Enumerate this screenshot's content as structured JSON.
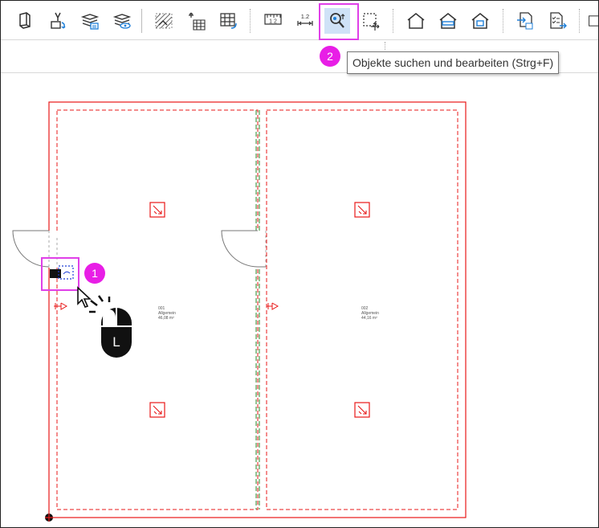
{
  "toolbar": {
    "buttons": [
      {
        "name": "view-3d-icon"
      },
      {
        "name": "transform-icon"
      },
      {
        "name": "layer-stack-icon"
      },
      {
        "name": "layer-visibility-icon"
      },
      {
        "name": "hatch-pattern-icon"
      },
      {
        "name": "grid-move-icon"
      },
      {
        "name": "grid-table-icon"
      },
      {
        "name": "dimension-tool-icon",
        "label": "1 2"
      },
      {
        "name": "level-dimension-icon",
        "label": "1.2"
      },
      {
        "name": "search-edit-objects-icon"
      },
      {
        "name": "select-move-icon"
      },
      {
        "name": "house-outline-icon"
      },
      {
        "name": "house-floor-icon"
      },
      {
        "name": "house-room-icon"
      },
      {
        "name": "export-document-icon"
      },
      {
        "name": "checklist-export-icon"
      }
    ]
  },
  "tooltip": {
    "text": "Objekte suchen und bearbeiten (Strg+F)"
  },
  "badges": {
    "one": "1",
    "two": "2"
  },
  "mouse": {
    "button_label": "L"
  },
  "rooms": [
    {
      "number": "001",
      "name": "Allgemein",
      "area": "46,08 m²"
    },
    {
      "number": "002",
      "name": "Allgemein",
      "area": "44,16 m²"
    }
  ],
  "colors": {
    "wall": "#e81818",
    "highlight": "#e040e8",
    "partition": "#2a8a2a",
    "badge": "#e81ee6"
  }
}
